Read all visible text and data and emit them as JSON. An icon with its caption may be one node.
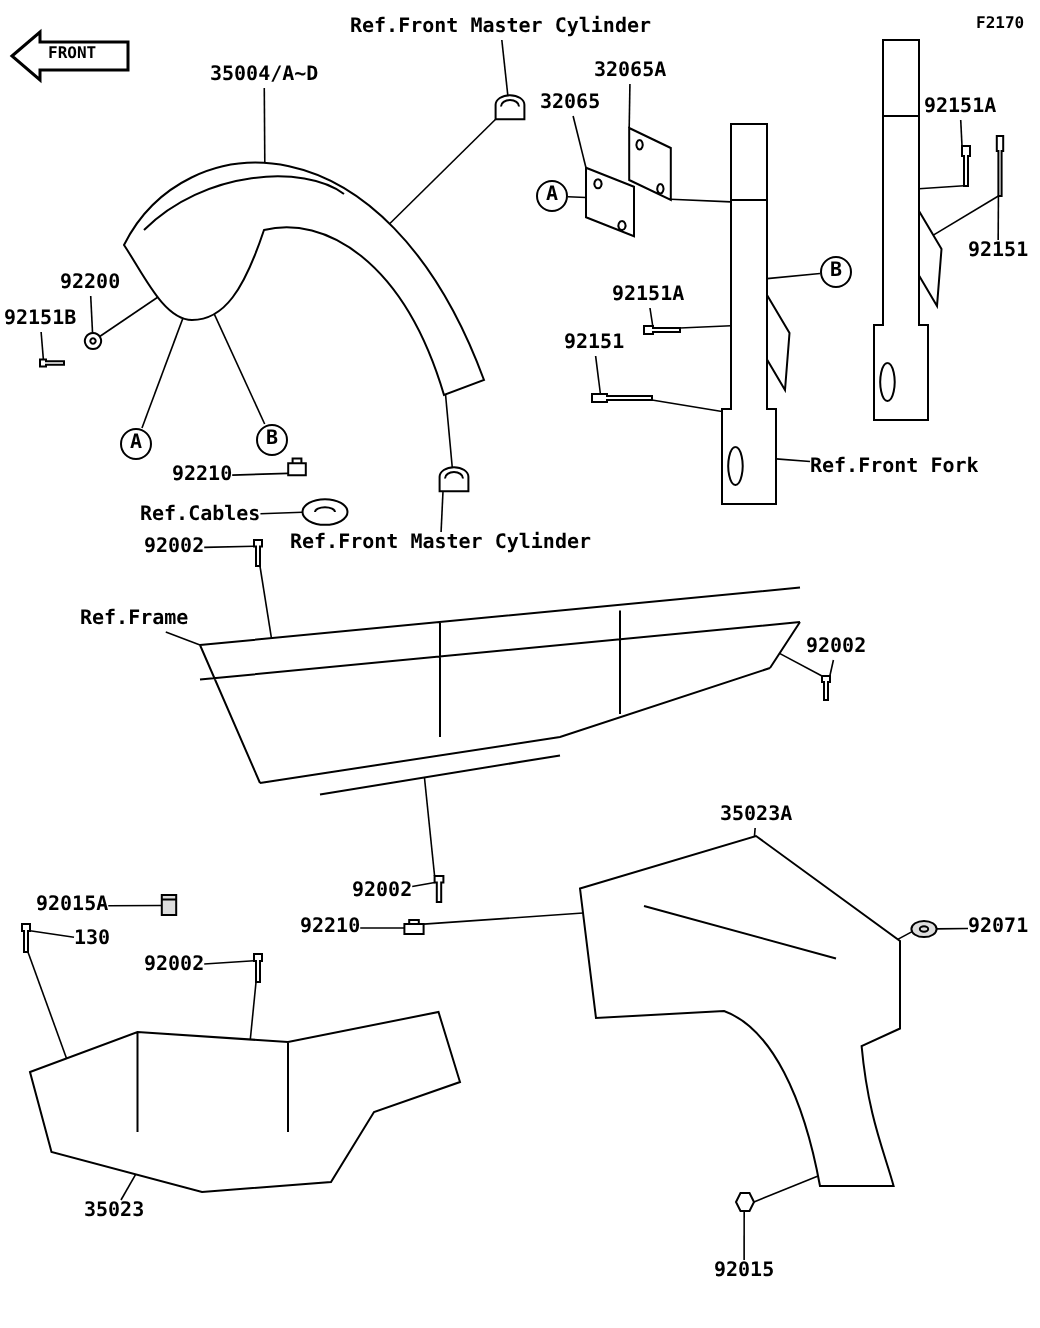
{
  "diagram": {
    "nodes": [
      {
        "text": [
          "35004/A~D"
        ]
      },
      {
        "text": [],
        "shape": "picture"
      },
      {
        "text": [
          "Ref.Front Master Cylinder"
        ]
      },
      {
        "text": [],
        "shape": "picture"
      },
      {
        "text": [
          "32065A"
        ]
      },
      {
        "text": [],
        "shape": "picture"
      },
      {
        "text": [
          "32065"
        ]
      },
      {
        "text": [],
        "shape": "picture"
      },
      {
        "text": [
          "92151A"
        ]
      },
      {
        "text": [],
        "shape": "picture"
      },
      {
        "text": [
          "92151"
        ]
      },
      {
        "text": [],
        "shape": "picture"
      },
      {
        "text": [
          "92200"
        ]
      },
      {
        "text": [],
        "shape": "picture"
      },
      {
        "text": [
          "92151B"
        ]
      },
      {
        "text": [],
        "shape": "picture"
      },
      {
        "text": [
          "92151A"
        ]
      },
      {
        "text": [],
        "shape": "picture"
      },
      {
        "text": [
          "92151"
        ]
      },
      {
        "text": [],
        "shape": "picture"
      },
      {
        "text": [
          "92210"
        ]
      },
      {
        "text": [],
        "shape": "picture"
      },
      {
        "text": [
          "Ref.Cables"
        ]
      },
      {
        "text": [],
        "shape": "picture"
      },
      {
        "text": [
          "Ref.Front Master Cylinder"
        ]
      },
      {
        "text": [],
        "shape": "picture"
      },
      {
        "text": [
          "Ref.Front Fork"
        ]
      },
      {
        "text": [],
        "shape": "picture"
      },
      {
        "text": [],
        "shape": "picture"
      },
      {
        "text": [
          "92002"
        ]
      },
      {
        "text": [],
        "shape": "picture"
      },
      {
        "text": [
          "Ref.Frame"
        ]
      },
      {
        "text": [],
        "shape": "picture"
      },
      {
        "text": [
          "92002"
        ]
      },
      {
        "text": [],
        "shape": "picture"
      },
      {
        "text": [
          "92002"
        ]
      },
      {
        "text": [],
        "shape": "picture"
      },
      {
        "text": [
          "35023A"
        ]
      },
      {
        "text": [],
        "shape": "picture"
      },
      {
        "text": [
          "92210"
        ]
      },
      {
        "text": [],
        "shape": "picture"
      },
      {
        "text": [
          "92071"
        ]
      },
      {
        "text": [],
        "shape": "circle"
      },
      {
        "text": [
          "92015A"
        ]
      },
      {
        "text": [],
        "shape": "box"
      },
      {
        "text": [
          "130"
        ]
      },
      {
        "text": [],
        "shape": "picture"
      },
      {
        "text": [
          "92002"
        ]
      },
      {
        "text": [],
        "shape": "picture"
      },
      {
        "text": [
          "35023"
        ]
      },
      {
        "text": [],
        "shape": "picture"
      },
      {
        "text": [
          "92015"
        ]
      },
      {
        "text": [],
        "shape": "picture"
      },
      {
        "text": [
          "A"
        ]
      },
      {
        "text": [
          "B"
        ]
      },
      {
        "text": [
          "A"
        ]
      },
      {
        "text": [
          "B"
        ]
      }
    ],
    "edges": [
      {
        "from": 0,
        "to": 1,
        "arrow": "none"
      },
      {
        "from": 2,
        "to": 3,
        "arrow": "none"
      },
      {
        "from": 4,
        "to": 5,
        "arrow": "none"
      },
      {
        "from": 6,
        "to": 7,
        "arrow": "none"
      },
      {
        "from": 8,
        "to": 9,
        "arrow": "none"
      },
      {
        "from": 10,
        "to": 11,
        "arrow": "none"
      },
      {
        "from": 12,
        "to": 13,
        "arrow": "none"
      },
      {
        "from": 14,
        "to": 15,
        "arrow": "none"
      },
      {
        "from": 16,
        "to": 17,
        "arrow": "none"
      },
      {
        "from": 18,
        "to": 19,
        "arrow": "none"
      },
      {
        "from": 20,
        "to": 21,
        "arrow": "none"
      },
      {
        "from": 22,
        "to": 23,
        "arrow": "none"
      },
      {
        "from": 24,
        "to": 25,
        "arrow": "none"
      },
      {
        "from": 26,
        "to": 27,
        "arrow": "none"
      },
      {
        "from": 29,
        "to": 30,
        "arrow": "none"
      },
      {
        "from": 31,
        "to": 32,
        "arrow": "none"
      },
      {
        "from": 33,
        "to": 34,
        "arrow": "none"
      },
      {
        "from": 35,
        "to": 36,
        "arrow": "none"
      },
      {
        "from": 37,
        "to": 38,
        "arrow": "none"
      },
      {
        "from": 39,
        "to": 40,
        "arrow": "none"
      },
      {
        "from": 41,
        "to": 42,
        "arrow": "none"
      },
      {
        "from": 43,
        "to": 44,
        "arrow": "none"
      },
      {
        "from": 45,
        "to": 46,
        "arrow": "none"
      },
      {
        "from": 47,
        "to": 48,
        "arrow": "none"
      },
      {
        "from": 49,
        "to": 50,
        "arrow": "none"
      },
      {
        "from": 51,
        "to": 52,
        "arrow": "none"
      },
      {
        "from": 53,
        "to": 1,
        "arrow": "none"
      },
      {
        "from": 54,
        "to": 1,
        "arrow": "none"
      },
      {
        "from": 55,
        "to": 7,
        "arrow": "none"
      },
      {
        "from": 56,
        "to": 27,
        "arrow": "none"
      },
      {
        "from": 3,
        "to": 1,
        "arrow": "none"
      },
      {
        "from": 25,
        "to": 1,
        "arrow": "none"
      },
      {
        "from": 13,
        "to": 1,
        "arrow": "none"
      },
      {
        "from": 17,
        "to": 27,
        "arrow": "none"
      },
      {
        "from": 19,
        "to": 27,
        "arrow": "none"
      },
      {
        "from": 9,
        "to": 28,
        "arrow": "none"
      },
      {
        "from": 11,
        "to": 28,
        "arrow": "none"
      },
      {
        "from": 5,
        "to": 27,
        "arrow": "none"
      },
      {
        "from": 30,
        "to": 32,
        "arrow": "none"
      },
      {
        "from": 34,
        "to": 32,
        "arrow": "none"
      },
      {
        "from": 36,
        "to": 32,
        "arrow": "none"
      },
      {
        "from": 40,
        "to": 38,
        "arrow": "none"
      },
      {
        "from": 42,
        "to": 38,
        "arrow": "none"
      },
      {
        "from": 52,
        "to": 38,
        "arrow": "none"
      },
      {
        "from": 46,
        "to": 50,
        "arrow": "none"
      },
      {
        "from": 48,
        "to": 50,
        "arrow": "none"
      }
    ],
    "labels": [
      "F2170",
      "FRONT"
    ]
  }
}
